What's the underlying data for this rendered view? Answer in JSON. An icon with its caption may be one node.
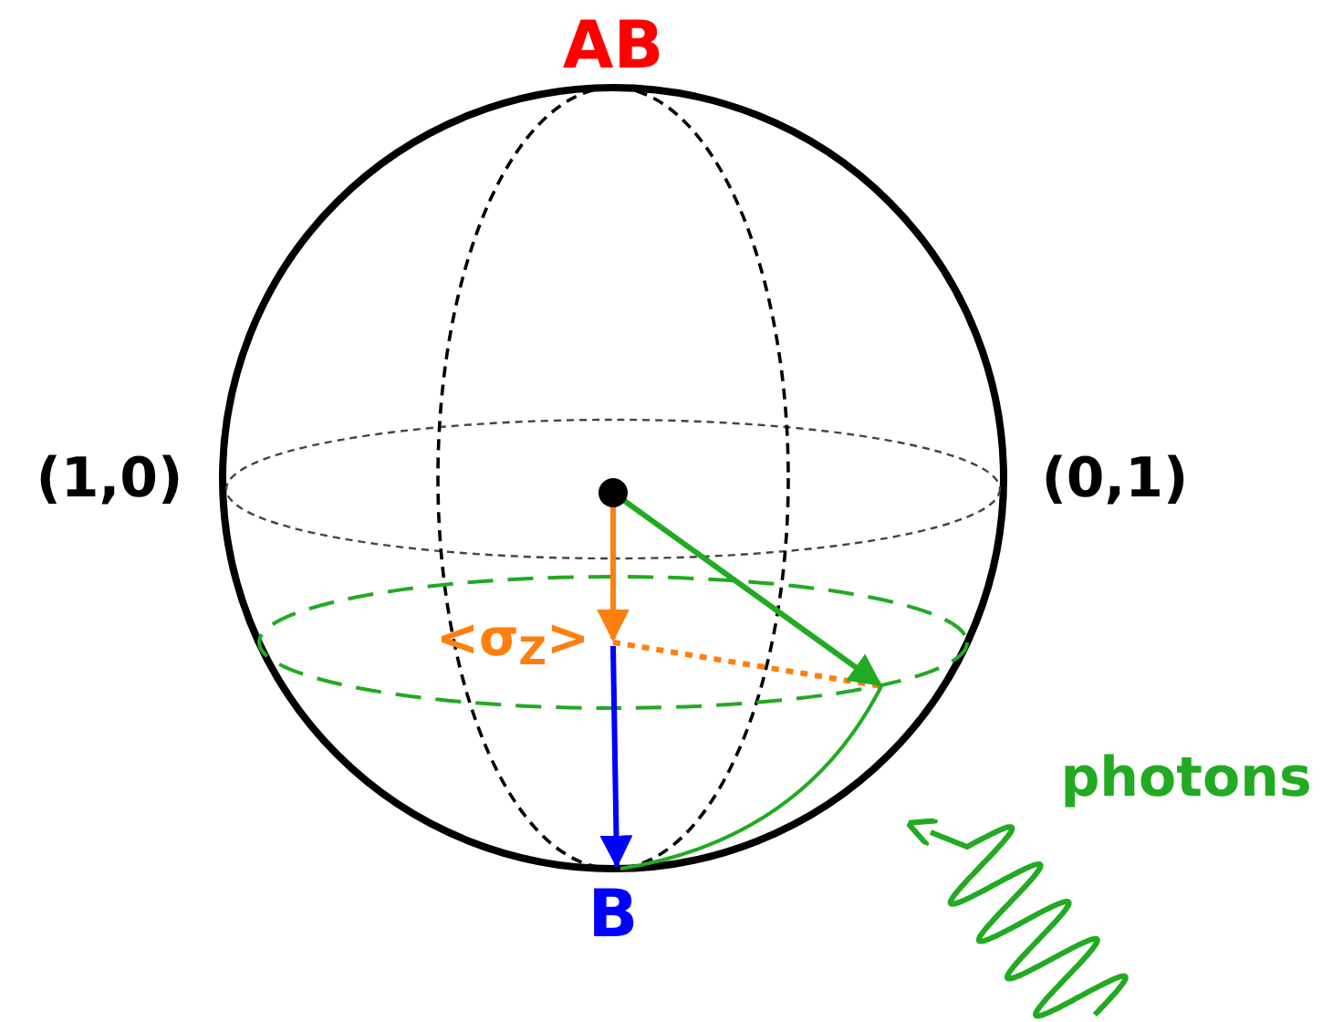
{
  "diagram": {
    "labels": [
      "AB",
      "(1,0)",
      "(0,1)",
      "<σ$_{Z}$>",
      "B",
      "photons"
    ]
  }
}
